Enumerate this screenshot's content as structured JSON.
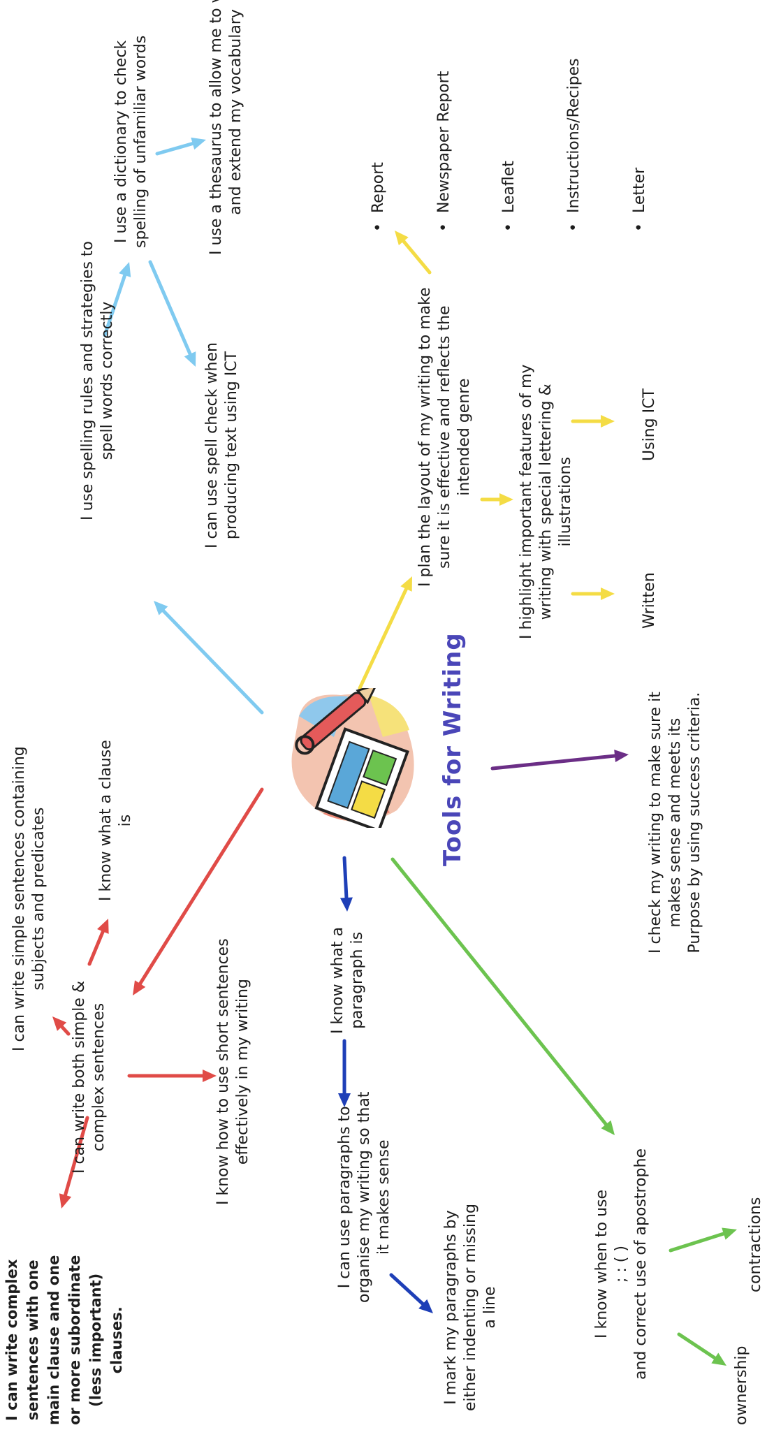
{
  "title": "Tools for Writing",
  "colors": {
    "title": "#4a46b8",
    "spelling": "#7fcaf0",
    "layout": "#f4dc45",
    "sentences": "#e04b47",
    "paragraphs": "#1e3fb7",
    "punctuation": "#6cc34f",
    "checking": "#6b2e86"
  },
  "spelling": {
    "main": [
      "I use spelling rules and strategies to",
      "spell words correctly"
    ],
    "dictionary": [
      "I use a dictionary to check",
      "spelling of unfamiliar words"
    ],
    "thesaurus": [
      "I use a thesaurus to allow me to vary",
      "and extend my vocabulary"
    ],
    "spellcheck": [
      "I can use spell check when",
      "producing text using ICT"
    ]
  },
  "layout": {
    "main": [
      "I plan the layout of my writing to make",
      "sure it is effective and reflects the",
      "intended genre"
    ],
    "highlight": [
      "I highlight important features of my",
      "writing with special lettering &",
      "illustrations"
    ],
    "written": "Written",
    "ict": "Using ICT",
    "genres": [
      "Report",
      "Newspaper Report",
      "Leaflet",
      "Instructions/Recipes",
      "Letter"
    ]
  },
  "checking": {
    "text": [
      "I check my writing to make sure it",
      "makes sense and meets its",
      "Purpose by using success criteria."
    ]
  },
  "sentences": {
    "both": [
      "I can write both simple &",
      "complex sentences"
    ],
    "simple": [
      "I can write simple sentences containing",
      "subjects and predicates"
    ],
    "clause": [
      "I know what a clause",
      "is"
    ],
    "short": [
      "I know how to use short sentences",
      "effectively in my writing"
    ],
    "complex": [
      "I can write complex",
      "sentences with one",
      "main clause and one",
      "or more subordinate",
      "(less important)",
      "clauses."
    ]
  },
  "paragraphs": {
    "know": [
      "I know what a",
      "paragraph is"
    ],
    "organise": [
      "I can use paragraphs to",
      "organise my writing so that",
      "it makes sense"
    ],
    "mark": [
      "I mark my paragraphs by",
      "either indenting or missing",
      "a line"
    ]
  },
  "punctuation": {
    "main": [
      "I know when to use",
      ";  :  (  )",
      "and correct use of apostrophe"
    ],
    "ownership": "ownership",
    "contractions": "contractions"
  }
}
